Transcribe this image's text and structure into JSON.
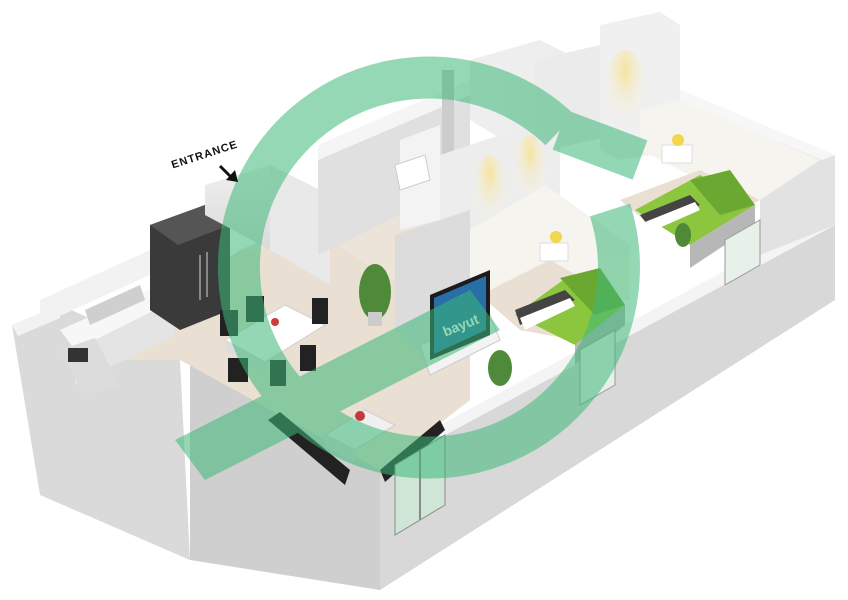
{
  "labels": {
    "entrance": "ENTRANCE",
    "tv_brand": "bayut"
  },
  "colors": {
    "wall_top": "#f4f4f4",
    "wall_side": "#d9d9d9",
    "wall_dark": "#c4c4c4",
    "floor": "#e8ddd0",
    "bed_green": "#8cc63f",
    "watermark_green": "#3cb878",
    "tv_blue": "#2a6ea8"
  },
  "icons": {
    "logo": "bayut-watermark-logo",
    "arrow": "entrance-arrow-icon"
  }
}
